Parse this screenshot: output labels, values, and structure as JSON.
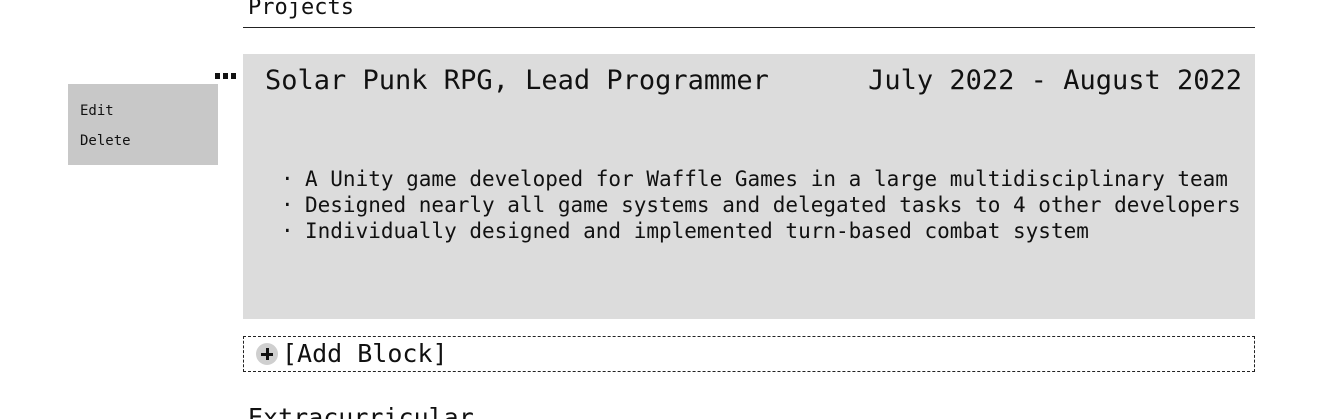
{
  "section": {
    "title": "Projects"
  },
  "context_menu": {
    "edit_label": "Edit",
    "delete_label": "Delete",
    "more_icon": "more-horizontal-icon"
  },
  "block": {
    "title": "Solar Punk RPG, Lead Programmer",
    "date": "July 2022 - August 2022",
    "bullet_marker": "·",
    "bullets": [
      "A Unity game developed for Waffle Games in a large multidisciplinary team",
      "Designed nearly all game systems and delegated tasks to 4 other developers",
      "Individually designed and implemented turn-based combat system"
    ]
  },
  "add_block": {
    "label": "[Add Block]",
    "icon": "plus-circle-icon"
  },
  "next_section": {
    "title": "Extracurricular"
  }
}
